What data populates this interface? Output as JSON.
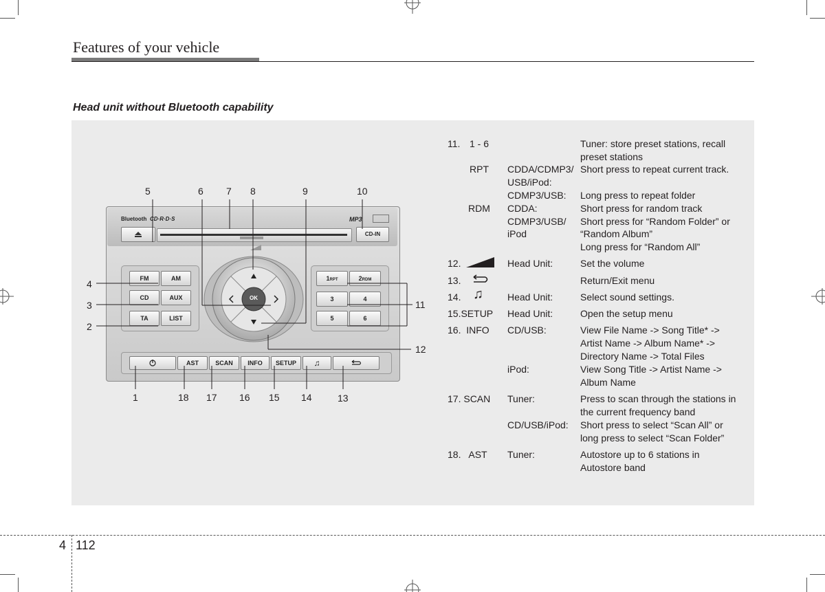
{
  "header": {
    "title": "Features of your vehicle"
  },
  "section": {
    "heading": "Head unit without Bluetooth capability"
  },
  "unit": {
    "logos": {
      "bluetooth": "Bluetooth",
      "cdrds": "CD·R·D·S",
      "mp3": "MP3"
    },
    "buttons": {
      "cd_in": "CD-IN",
      "fm": "FM",
      "am": "AM",
      "cd": "CD",
      "aux": "AUX",
      "ta": "TA",
      "list": "LIST",
      "p1": "1",
      "p1_sub": "RPT",
      "p2": "2",
      "p2_sub": "RDM",
      "p3": "3",
      "p4": "4",
      "p5": "5",
      "p6": "6",
      "ok": "OK",
      "ast": "AST",
      "scan": "SCAN",
      "info": "INFO",
      "setup": "SETUP"
    },
    "icons": [
      "eject-icon",
      "power-icon",
      "music-note-icon",
      "return-icon",
      "up-arrow-icon",
      "down-arrow-icon",
      "left-arrow-icon",
      "right-arrow-icon"
    ]
  },
  "callouts": {
    "n5": "5",
    "n6": "6",
    "n7": "7",
    "n8": "8",
    "n9": "9",
    "n10": "10",
    "n4": "4",
    "n3": "3",
    "n2": "2",
    "n11": "11",
    "n12": "12",
    "n1": "1",
    "n18": "18",
    "n17": "17",
    "n16": "16",
    "n15": "15",
    "n14": "14",
    "n13": "13"
  },
  "description": {
    "i11_num": "11.",
    "i11_key": "1 - 6",
    "i11_desc1": "Tuner: store preset stations, recall",
    "i11_desc2": "preset stations",
    "rpt_key": "RPT",
    "rpt_src1": "CDDA/CDMP3/",
    "rpt_desc1": "Short press to repeat current track.",
    "rpt_src2": "USB/iPod:",
    "rpt_src3": "CDMP3/USB:",
    "rpt_desc3": "Long press to repeat folder",
    "rdm_key": "RDM",
    "rdm_src1": "CDDA:",
    "rdm_desc1": "Short press for random track",
    "rdm_src2": "CDMP3/USB/",
    "rdm_desc2": "Short press for “Random Folder” or",
    "rdm_src3": "iPod",
    "rdm_desc3": "“Random Album”",
    "rdm_desc4": "Long press for “Random All”",
    "i12_num": "12.",
    "i12_src": "Head Unit:",
    "i12_desc": "Set the volume",
    "i13_num": "13.",
    "i13_desc": "Return/Exit menu",
    "i14_num": "14.",
    "i14_src": "Head Unit:",
    "i14_desc": "Select sound settings.",
    "i15_num": "15.SETUP",
    "i15_src": "Head Unit:",
    "i15_desc": "Open the setup menu",
    "i16_num": "16.  INFO",
    "i16_src": "CD/USB:",
    "i16_desc1": "View File Name -> Song Title* ->",
    "i16_desc2": "Artist Name -> Album Name* ->",
    "i16_desc3": "Directory Name -> Total Files",
    "i16_src2": "iPod:",
    "i16_desc4": "View Song Title -> Artist Name ->",
    "i16_desc5": "Album Name",
    "i17_num": "17. SCAN",
    "i17_src": "Tuner:",
    "i17_desc1": "Press to scan through the stations in",
    "i17_desc2": "the current frequency band",
    "i17_src2": "CD/USB/iPod:",
    "i17_desc3": "Short press to select “Scan All” or",
    "i17_desc4": "long press to select “Scan Folder”",
    "i18_num": "18.   AST",
    "i18_src": "Tuner:",
    "i18_desc1": "Autostore up to 6 stations in",
    "i18_desc2": "Autostore band"
  },
  "footer": {
    "chapter": "4",
    "page": "112"
  }
}
